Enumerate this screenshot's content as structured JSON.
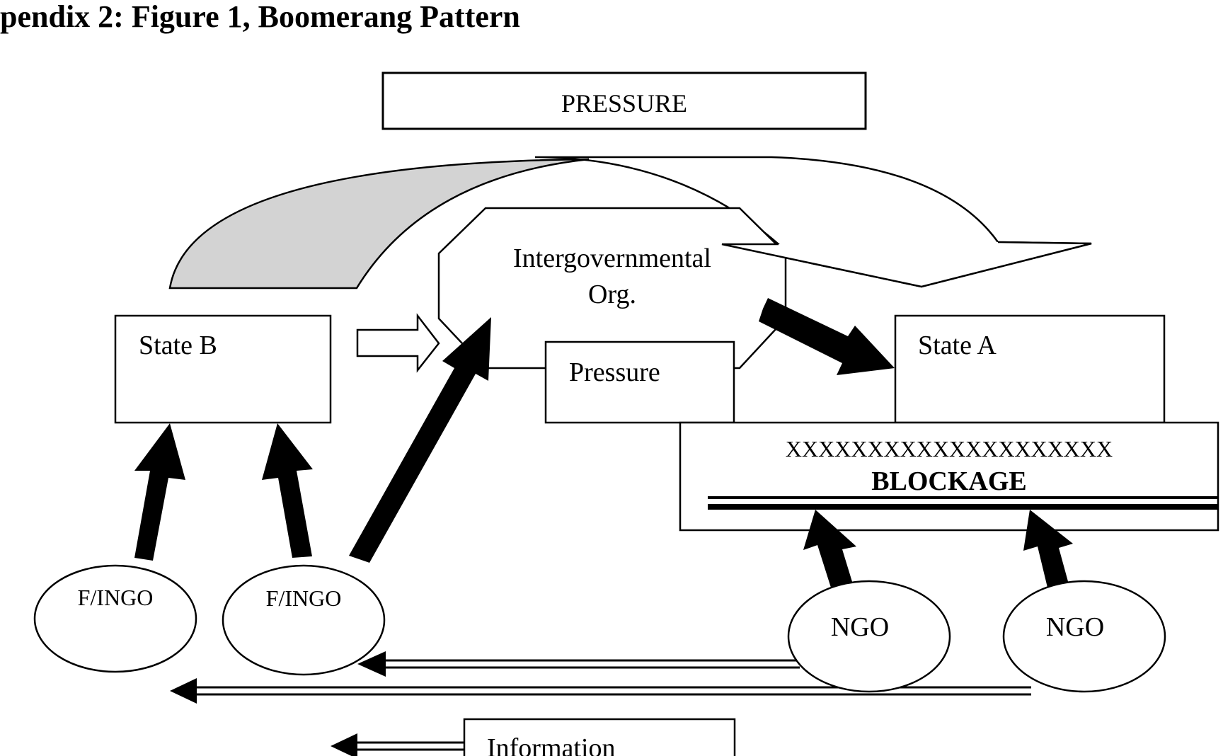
{
  "title": "pendix 2: Figure 1, Boomerang Pattern",
  "diagram": {
    "pressure_top": "PRESSURE",
    "igo_line1": "Intergovernmental",
    "igo_line2": "Org.",
    "pressure_box": "Pressure",
    "state_b": "State B",
    "state_a": "State A",
    "blockage_x": "XXXXXXXXXXXXXXXXXXXX",
    "blockage": "BLOCKAGE",
    "fingo_1": "F/INGO",
    "fingo_2": "F/INGO",
    "ngo_1": "NGO",
    "ngo_2": "NGO",
    "information": "Information"
  },
  "colors": {
    "ink": "#000000",
    "boomerang_fill": "#d3d3d3",
    "background": "#ffffff"
  }
}
